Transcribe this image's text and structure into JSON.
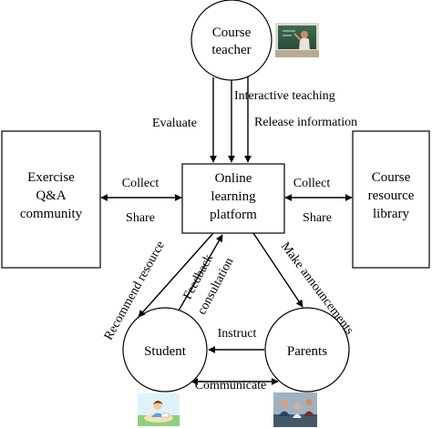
{
  "nodes": {
    "course_teacher": [
      "Course",
      "teacher"
    ],
    "online_platform": [
      "Online",
      "learning",
      "platform"
    ],
    "exercise_community": [
      "Exercise",
      "Q&A",
      "community"
    ],
    "resource_library": [
      "Course",
      "resource",
      "library"
    ],
    "student": "Student",
    "parents": "Parents"
  },
  "edges": {
    "evaluate": "Evaluate",
    "interactive_teaching": "Interactive teaching",
    "release_information": "Release information",
    "collect_left": "Collect",
    "share_left": "Share",
    "collect_right": "Collect",
    "share_right": "Share",
    "recommend_resource": "Recommend resource",
    "feedback_consultation": [
      "Feedback",
      "consultation"
    ],
    "make_announcements": "Make announcements",
    "instruct": "Instruct",
    "communicate": "Communicate"
  },
  "pictures": {
    "teacher": "teacher-at-blackboard-photo",
    "student": "student-studying-illustration",
    "parents": "parents-with-children-photo"
  }
}
